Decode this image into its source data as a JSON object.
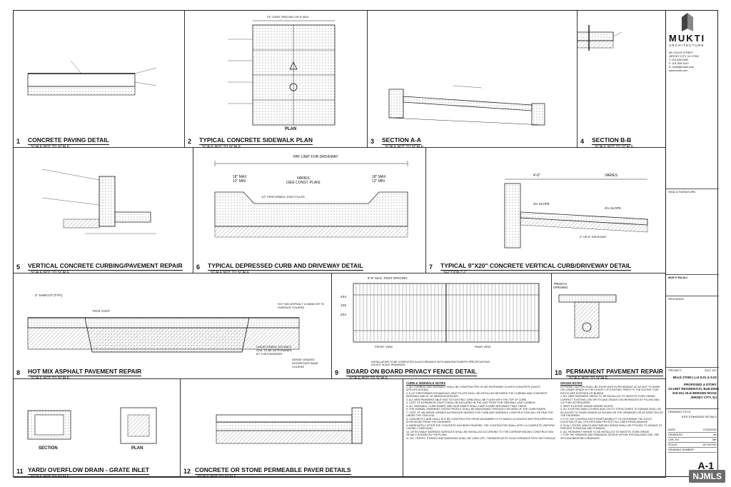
{
  "titleblock": {
    "brand": "MUKTI",
    "subtitle": "ARCHITECTURE",
    "address": "95 COLES STREET\nJERSEY CITY, NJ 07302\nT: 201.839.2400\nF: 201.839.2410\nE: mukti@mukti.com\nwww.mukti.com",
    "seal_label": "SEAL & SIGNATURE:",
    "architect": "MUKTI RAJAJ",
    "revisions_label": "REVISIONS",
    "project_label": "PROJECT:",
    "project_no": "2017-107",
    "block_lot": "Block 27005 | Lot 5.01 & 5.02",
    "project_title": "PROPOSED 4-STORY\n10-UNIT RESIDENTIAL BUILDING\n319-321 OLD BERGEN ROAD\nJERSEY CITY, NJ",
    "drawing_title_label": "DRAWING TITLE:",
    "drawing_title": "SITE STANDARD DETAILS",
    "meta": [
      {
        "k": "DATE:",
        "v": "07/25/2020"
      },
      {
        "k": "DRAWN BY:",
        "v": "KN"
      },
      {
        "k": "CHK. BY:",
        "v": "MR"
      },
      {
        "k": "SCALE:",
        "v": "AS NOTED"
      },
      {
        "k": "DRAWING NUMBER:",
        "v": ""
      }
    ],
    "sheet_no": "A-1"
  },
  "details": [
    {
      "num": "1",
      "title": "CONCRETE PAVING DETAIL",
      "scale": "SCALE NOT TO SCALE"
    },
    {
      "num": "2",
      "title": "TYPICAL CONCRETE SIDEWALK PLAN",
      "scale": "SCALE NOT TO SCALE"
    },
    {
      "num": "3",
      "title": "SECTION   A-A",
      "scale": "SCALE NOT TO SCALE"
    },
    {
      "num": "4",
      "title": "SECTION B-B",
      "scale": "SCALE NOT TO SCALE"
    },
    {
      "num": "5",
      "title": "VERTICAL CONCRETE CURBING/PAVEMENT REPAIR",
      "scale": "SCALE NOT TO SCALE"
    },
    {
      "num": "6",
      "title": "TYPICAL DEPRESSED CURB AND DRIVEWAY DETAIL",
      "scale": "SCALE NOT TO SCALE"
    },
    {
      "num": "7",
      "title": "TYPICAL 9\"X20\" CONCRETE VERTICAL CURB/DRIVEWAY DETAIL",
      "scale": "SECTION C-C"
    },
    {
      "num": "8",
      "title": "HOT MIX ASPHALT PAVEMENT REPAIR",
      "scale": "SCALE NOT TO SCALE"
    },
    {
      "num": "9",
      "title": "BOARD ON BOARD PRIVACY FENCE DETAIL",
      "scale": "SCALE NOT TO SCALE"
    },
    {
      "num": "10",
      "title": "PERMANENT PAVEMENT REPAIR",
      "scale": "SCALE NOT TO SCALE"
    },
    {
      "num": "11",
      "title": "YARD/ OVERFLOW DRAIN - GRATE INLET",
      "scale": "SCALE NOT TO SCALE"
    },
    {
      "num": "12",
      "title": "CONCRETE OR STONE PERMEABLE PAVER DETAILS",
      "scale": "SCALE NOT TO SCALE"
    }
  ],
  "labels": {
    "d2_plan": "PLAN",
    "d2_dim": "CP. JOINT SPACING OR 8' MAX",
    "d6_pay": "PAY LIMIT FOR DRIVEWAY",
    "d6_varies": "VARIES\n(SEE CONST. PLAN)",
    "d6_max1": "18\" MAX\n12\" MIN",
    "d6_max2": "18\" MAX\n12\" MIN",
    "d6_joint": "1/2\" PERFORMED JOINT FILLER",
    "d7_dim": "4'-0\"",
    "d7_varies": "VARIES",
    "d7_slope": "2% SLOPE",
    "d7_drive": "6\" OR 8\" DRIVEWAY",
    "d8_sawcut": "2\" SAWCUT (TYP.)",
    "d8_tack": "TACK COAT",
    "d8_asphalt": "HOT MIX ASPHALT 12.5M64 OR 76\nSURFACE COURSE",
    "d8_undist": "UNDISTURBED SUITABLE\nSOIL TO BE DETERMINED\nBY THE ENGINEER",
    "d8_dense": "DENSE GRADED\nAGGREGATE BASE\nCOURSE",
    "d9_spacing": "8'-0\" MAX. POST SPACING",
    "d9_front": "FRONT VIEW",
    "d9_rear": "REAR VIEW",
    "d9_note": "INSTALLATION TO BE COMPLETED IN ACCORDANCE WITH MANUFACTURER'S SPECIFICATIONS.\nDO NOT SCALE DRAWINGS.",
    "d9_4x4": "4X4",
    "d9_1x6": "1X6",
    "d9_2x4": "2X4",
    "d10_trench": "TRENCH\nOPENING",
    "d11_section": "SECTION",
    "d11_plan": "PLAN",
    "notes1_head": "CURB & SIDEWALK NOTES",
    "notes1_body": "1. ALL CURBING AND SIDEWALK SHALL BE CONSTRUCTED OF AIR ENTRAINED CLASS B CONCRETE (NJDOT SPECIFICATIONS).\n2. A 1/2\" PREFORMED BITUMINOUS JOINT FILLER SHALL BE INSTALLED BETWEEN THE CURBING AND CONCRETE SIDEWALK AND AT 18' MAXIMUM SPACING.\n3. ALL NEW PAVEMENT ABUTTING TO EXISTING CURB SHALL BE FLUSH WITH THE TOP OF CURB.\n4. COST OF EXPANSION JOINTS SHALL BE INCLUDED IN THE UNIT PRICE FOR SIDEWALK AND CURBING.\n5. ALL SIDEWALK, CURB RAMPS, AND SIDE RAMPS SHALL HAVE A HARD BROOMED FINAL FINISH.\n6. THE NORMAL PAVEMENT CROSS PROFILE SHALL BE MAINTAINED THROUGH THE AREA OF THE CURB RAMPS.\n7. COST OF 4IN DENSE GRADED AGGREGATE NEEDED FOR CURB AND SIDEWALK CONSTRUCTION WILL BE PAID FOR UNDER THE ITEM DGA.\n8. CONCRETE CURB SHALL NOT BE CONSTRUCTED FROM NOVEMBER 15 TO MARCH 15 UNLESS WRITTEN APPROVAL IS RECEIVED FROM THE ENGINEER.\n9. IMMEDIATELY AFTER THE CONCRETE HAS BEEN FINISHED, THE CONTRACTOR SHALL APPLY A COMPLETE UNIFORM CURING COMPOUND.\n10. DETECTABLE WARNING SURFACES SHALL BE INSTALLED ACCORDING TO THE CORRESPONDING CONSTRUCTION DETAILS SHOWN ON THE PLANS.\n11. ALL TRAFFIC STRIPES AND MARKINGS SHALL BE LONG LIFE, THERMOPLASTIC IN ACCORDANCE WITH SECTION 618.",
    "notes2_head": "GRADE NOTES",
    "notes2_body": "EXTREME CAUTION SHALL BE EXERCISED IN REGRADING SO AS NOT TO RAISE OR LOWER GRADE IN THE VICINITY OF EXISTING TREES TO THE EXTENT THAT ROOTS ARE EXPOSED OR BURIED.\n1. ALL NEW PAVEMENT AREAS TO BE INSTALLED TO SMOOTH, EVEN GRADE. CORRECT EXISTING LOW SPOTS AND GRADE DISCREPANCIES BY FILLING AND CUTTING AS REQUIRED.\n2. MEET EXISTING GRADE WHERE NOTED.\n3. ALL EXISTING MAIN COVERS AND UTILITY STRUCTURES TO REMAIN SHALL BE ADJUSTED TO FINISH GRADE AS SHOWN ON THE DRAWINGS OR AS DIRECTED BY THE ENGINEER.\n4. IT IS THE CONTRACTOR'S RESPONSIBILITY TO DETERMINE THE EXACT LOCATION OF ALL UTILITIES AND PROTECT ALL LINES FROM DAMAGE.\n5. IN ALL CROSS, WALKS AND PARKING AREAS SHALL BE PITCHED TO DRAINS TO PREVENT PUDDLING AND PONDING.\n6. ALL PAVEMENT REPAIR TO BE INSTALLED TO SMOOTH, EVEN GRADE.\n7. FOR THE GRADING AND DRAINAGE DESIGN WITHIN THE BUILDING LINE, SEE SITE ENGINEERING DRAWINGS.",
    "watermark": "NJMLS"
  }
}
